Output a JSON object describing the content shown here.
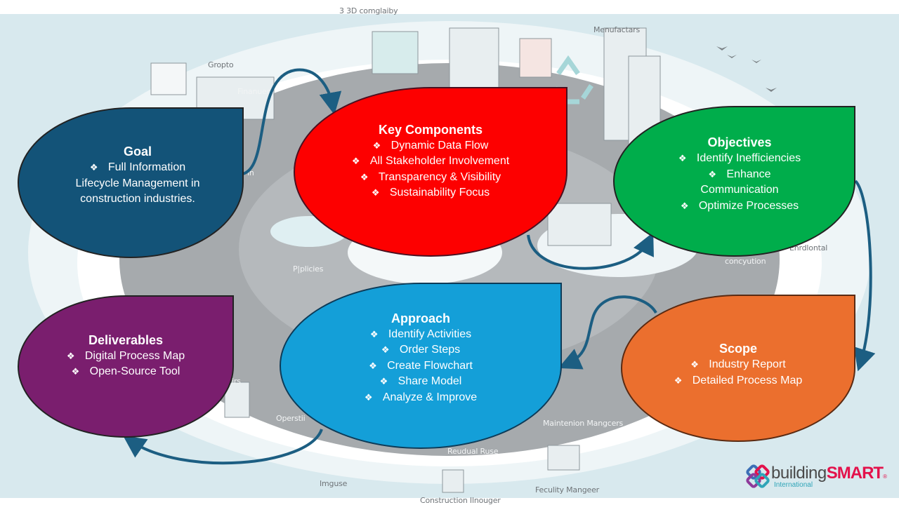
{
  "colors": {
    "goal": "#135378",
    "key_components": "#fd0000",
    "objectives": "#00ad4b",
    "approach": "#149fd8",
    "scope": "#eb6f2e",
    "deliverables": "#7a1e6e",
    "arrow": "#1c5e82",
    "background_band": "#d8e9ee",
    "background_ring": "#a6aaad"
  },
  "bullet_icon": "❖",
  "shapes": {
    "goal": {
      "title": "Goal",
      "items": [
        "Full Information Lifecycle Management in construction industries."
      ]
    },
    "key_components": {
      "title": "Key Components",
      "items": [
        "Dynamic Data Flow",
        "All Stakeholder Involvement",
        "Transparency & Visibility",
        "Sustainability Focus"
      ]
    },
    "objectives": {
      "title": "Objectives",
      "items": [
        "Identify Inefficiencies",
        "Enhance Communication",
        "Optimize Processes"
      ]
    },
    "approach": {
      "title": "Approach",
      "items": [
        "Identify Activities",
        "Order Steps",
        "Create Flowchart",
        "Share Model",
        "Analyze & Improve"
      ]
    },
    "scope": {
      "title": "Scope",
      "items": [
        "Industry Report",
        "Detailed Process Map"
      ]
    },
    "deliverables": {
      "title": "Deliverables",
      "items": [
        "Digital Process Map",
        "Open-Source Tool"
      ]
    }
  },
  "background_labels": {
    "top": "3 3D comglaiby",
    "manufacturers": "Menufactars",
    "gropto": "Gropto",
    "financiers": "Finanuers",
    "policies": "P|plicies",
    "construction": "concyution",
    "environmental": "Enrdlontal",
    "pairs": "irs",
    "operations": "Operstii",
    "maintenance": "Maintenion Mangcers",
    "residual": "Reudual Ruse",
    "imguse": "Imguse",
    "construction_manager": "Construction Ilnouger",
    "facility_manager": "Feculity Mangeer",
    "left_fragment": "in"
  },
  "logo": {
    "word_light": "building",
    "word_bold": "SMART",
    "registered": "®",
    "subtitle": "International"
  }
}
